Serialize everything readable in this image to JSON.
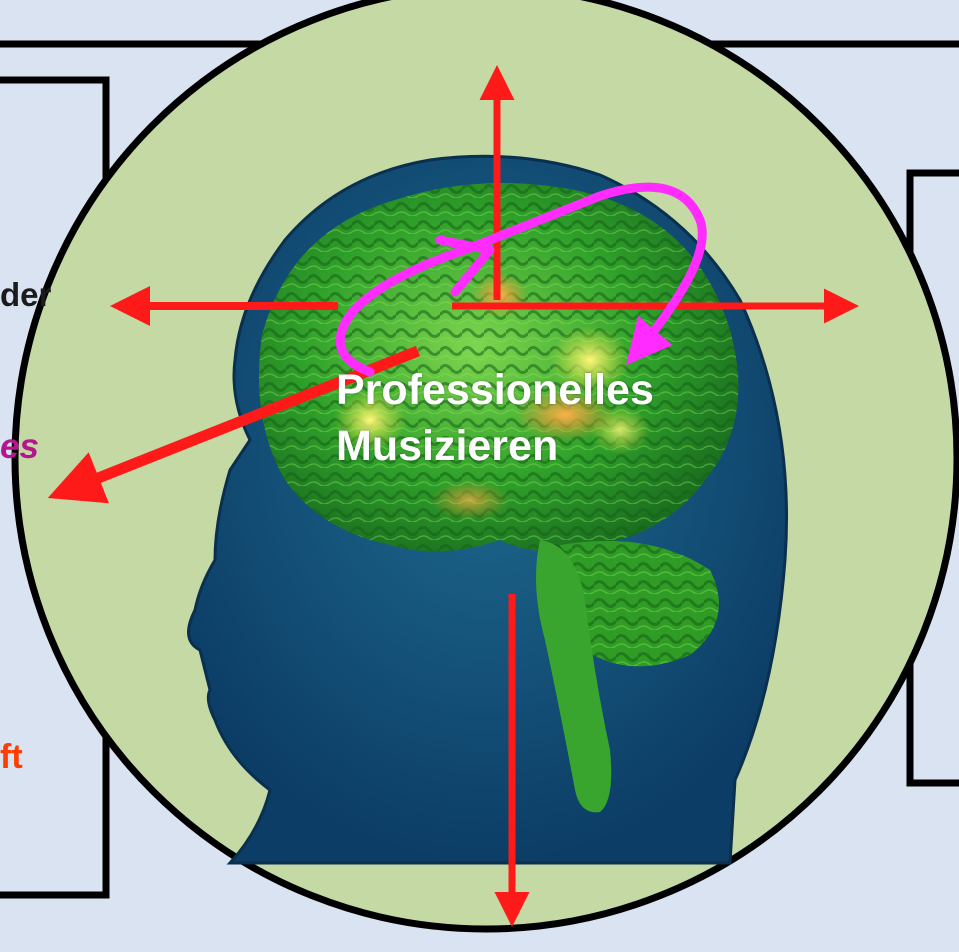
{
  "center_label": {
    "line1": "Professionelles",
    "line2": "Musizieren"
  },
  "left_labels": {
    "partial_1": "der",
    "partial_2": "es",
    "partial_3": "ft"
  },
  "colors": {
    "background": "#d9e3f1",
    "circle_fill": "#c4d9a3",
    "outline": "#000000",
    "arrow_red": "#ff1a1a",
    "loop_magenta": "#ff2bff",
    "label_dark": "#1b1b1b",
    "label_purple": "#b3168f",
    "label_orange": "#ff3d00",
    "center_text": "#ffffff"
  },
  "icons": {
    "head": "brain-head-icon"
  }
}
